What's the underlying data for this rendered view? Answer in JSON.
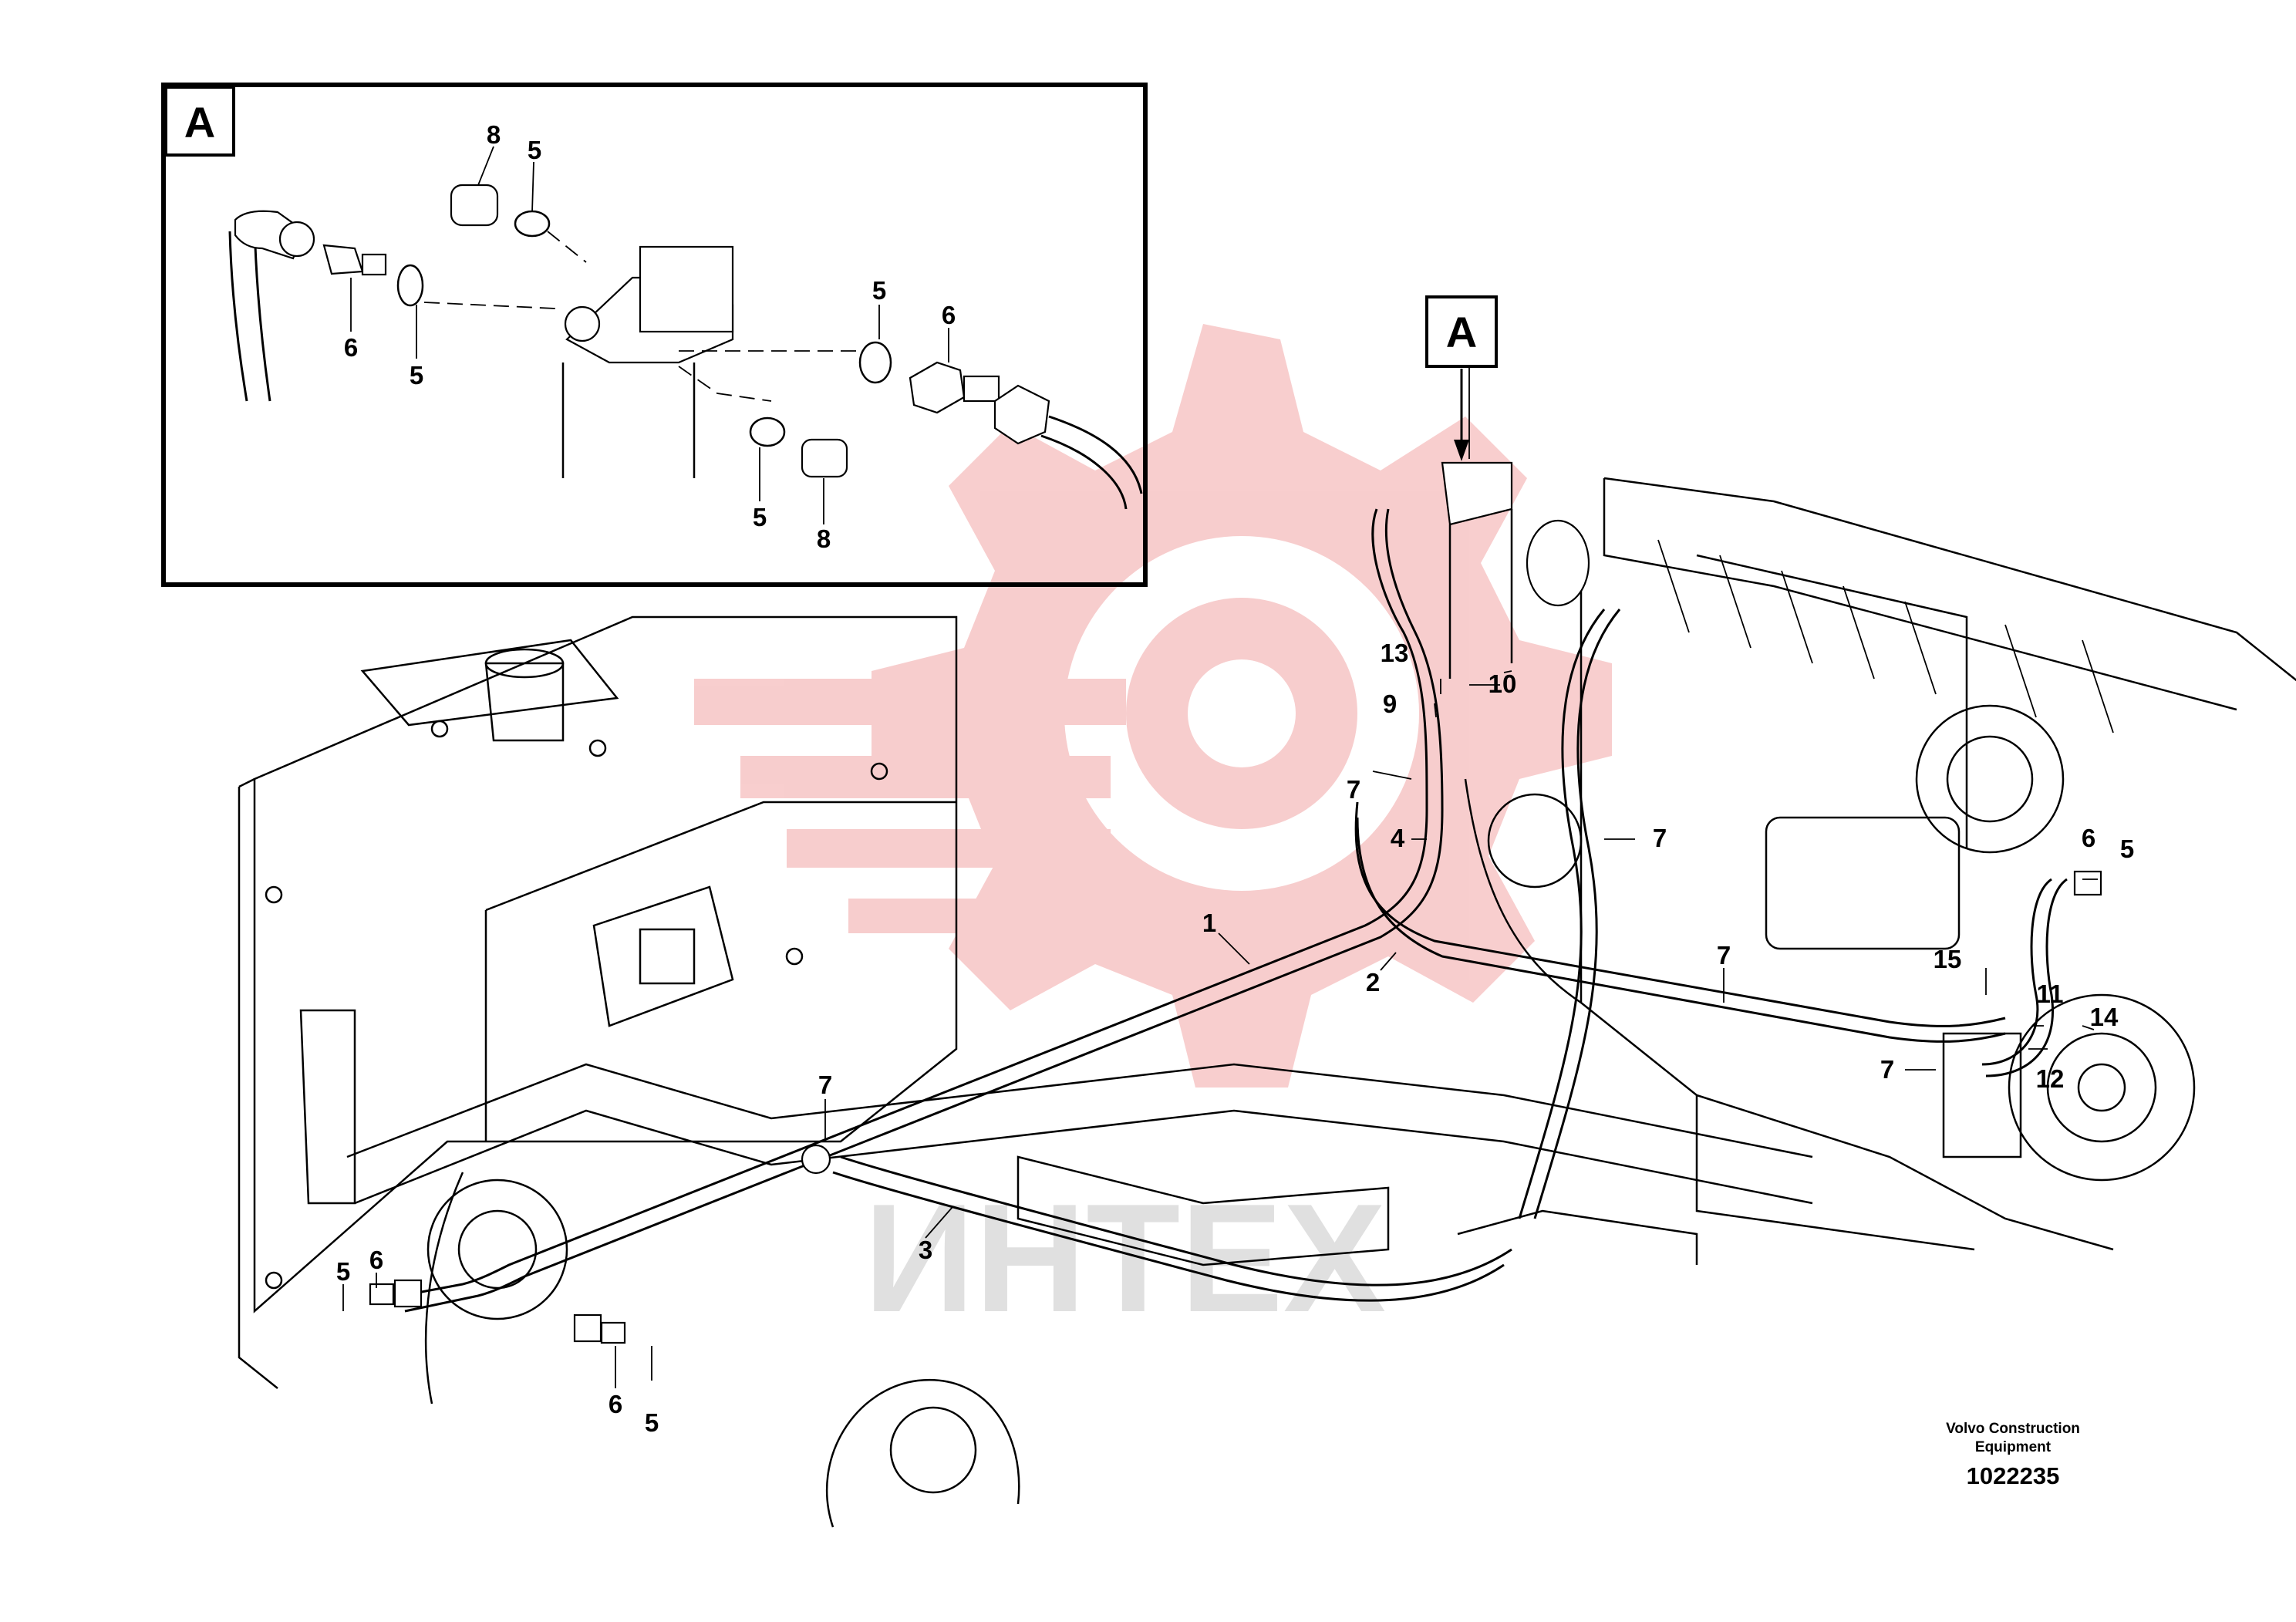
{
  "detail": {
    "label": "A"
  },
  "main_view": {
    "detail_ref": "A"
  },
  "callouts": {
    "d8a": "8",
    "d5a": "5",
    "d6a": "6",
    "d5b": "5",
    "d5c": "5",
    "d6b": "6",
    "d5d": "5",
    "d8b": "8",
    "m13": "13",
    "m10": "10",
    "m9": "9",
    "m7a": "7",
    "m4": "4",
    "m7b": "7",
    "m1": "1",
    "m2": "2",
    "m7c": "7",
    "m6a": "6",
    "m5a": "5",
    "m15": "15",
    "m11": "11",
    "m14": "14",
    "m7d": "7",
    "m12": "12",
    "m7e": "7",
    "m3": "3",
    "m5b": "5",
    "m6b": "6",
    "m6c": "6",
    "m5c": "5"
  },
  "footer": {
    "brand_line1": "Volvo Construction",
    "brand_line2": "Equipment",
    "drawing_number": "1022235"
  },
  "watermark": {
    "text": "ИНТЕХ",
    "color": "#f4b0b0"
  }
}
